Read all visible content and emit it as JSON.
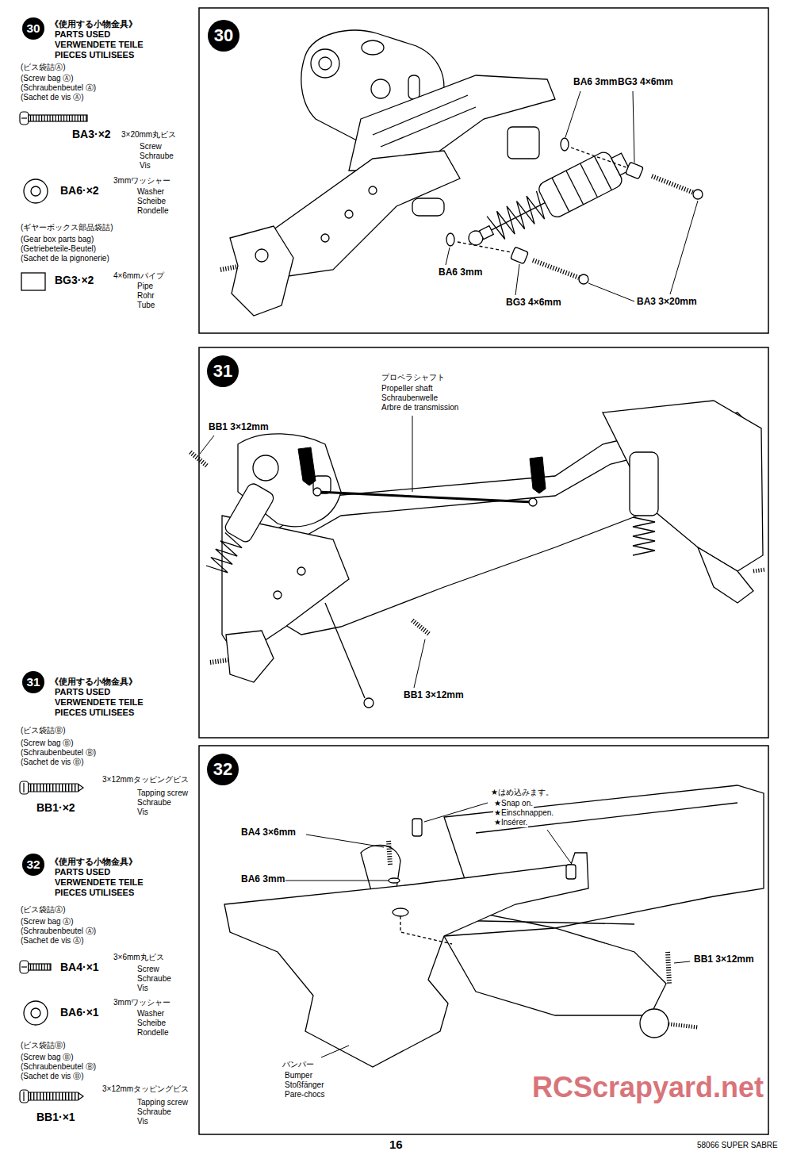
{
  "diagram": {
    "nodes": [
      {
        "text": [
          "30"
        ]
      },
      {
        "text": [
          "30"
        ]
      },
      {
        "text": [
          "31"
        ]
      },
      {
        "text": [
          "31"
        ]
      },
      {
        "text": [
          "32"
        ]
      },
      {
        "text": [
          "32"
        ]
      }
    ],
    "labels": [
      "《使用する小物金具》",
      "PARTS USED",
      "VERWENDETE TEILE",
      "PIECES UTILISEES",
      "(ビス袋詰Ⓐ)",
      "(Screw bag Ⓐ)",
      "(Schraubenbeutel Ⓐ)",
      "(Sachet de vis Ⓐ)",
      "BA3·×2",
      "3×20mm丸ビス",
      "Screw",
      "Schraube",
      "Vis",
      "BA6·×2",
      "3mmワッシャー",
      "Washer",
      "Scheibe",
      "Rondelle",
      "(ギヤーボックス部品袋詰)",
      "(Gear box parts bag)",
      "(Getriebeteile-Beutel)",
      "(Sachet de la pignonerie)",
      "BG3·×2",
      "4×6mmパイプ",
      "Pipe",
      "Rohr",
      "Tube",
      "BA6 3mm",
      "BG3 4×6mm",
      "BA6 3mm",
      "BG3 4×6mm",
      "BA3 3×20mm",
      "プロペラシャフト",
      "Propeller shaft",
      "Schraubenwelle",
      "Arbre de transmission",
      "BB1 3×12mm",
      "BB1 3×12mm",
      "《使用する小物金具》",
      "PARTS USED",
      "VERWENDETE TEILE",
      "PIECES UTILISEES",
      "(ビス袋詰Ⓑ)",
      "(Screw bag Ⓑ)",
      "(Schraubenbeutel Ⓑ)",
      "(Sachet de vis Ⓑ)",
      "3×12mmタッピングビス",
      "Tapping screw",
      "Schraube",
      "Vis",
      "BB1·×2",
      "★はめ込みます。",
      "★Snap on.",
      "★Einschnappen.",
      "★Insérer.",
      "BA4 3×6mm",
      "BA6 3mm",
      "BB1 3×12mm",
      "《使用する小物金具》",
      "PARTS USED",
      "VERWENDETE TEILE",
      "PIECES UTILISEES",
      "(ビス袋詰Ⓐ)",
      "(Screw bag Ⓐ)",
      "(Schraubenbeutel Ⓐ)",
      "(Sachet de vis Ⓐ)",
      "BA4·×1",
      "3×6mm丸ビス",
      "Screw",
      "Schraube",
      "Vis",
      "BA6·×1",
      "3mmワッシャー",
      "Washer",
      "Scheibe",
      "Rondelle",
      "(ビス袋詰Ⓑ)",
      "(Screw bag Ⓑ)",
      "(Schraubenbeutel Ⓑ)",
      "(Sachet de vis Ⓑ)",
      "3×12mmタッピングビス",
      "Tapping screw",
      "Schraube",
      "Vis",
      "BB1·×1",
      "バンパー",
      "Bumper",
      "Stoßfänger",
      "Pare-chocs",
      "16",
      "58066 SUPER SABRE",
      "RCScrapyard.net"
    ]
  }
}
